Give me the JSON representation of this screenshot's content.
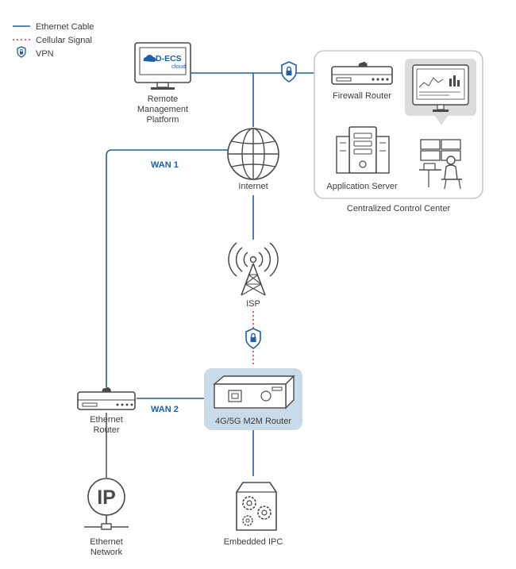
{
  "legend": {
    "items": [
      {
        "label": "Ethernet Cable",
        "icon": "blue-line-swatch"
      },
      {
        "label": "Cellular Signal",
        "icon": "red-dotted-swatch"
      },
      {
        "label": "VPN",
        "icon": "shield-lock-icon"
      }
    ]
  },
  "nodes": {
    "remote_platform": {
      "line1": "Remote",
      "line2": "Management",
      "line3": "Platform",
      "logo_text": "D-ECS",
      "logo_sub": "cloud"
    },
    "internet": "Internet",
    "firewall_router": "Firewall Router",
    "application_server": "Application Server",
    "control_center": "Centralized Control Center",
    "isp": "ISP",
    "m2m_router": "4G/5G M2M Router",
    "ethernet_router": {
      "line1": "Ethernet",
      "line2": "Router"
    },
    "ethernet_network": {
      "line1": "Ethernet",
      "line2": "Network",
      "badge": "IP"
    },
    "embedded_ipc": "Embedded IPC"
  },
  "links": {
    "wan1": "WAN 1",
    "wan2": "WAN 2"
  },
  "colors": {
    "ethernet": "#1f5fa8",
    "cellular": "#e0345a",
    "highlight_box": "#c9dbe8"
  }
}
